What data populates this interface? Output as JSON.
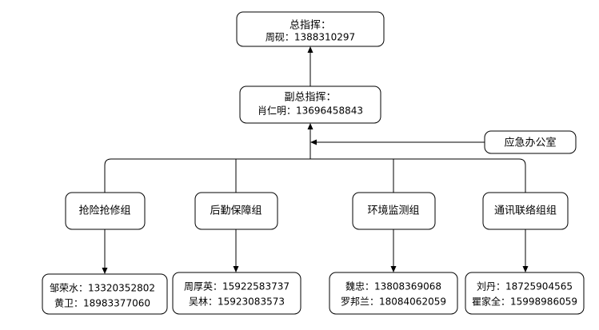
{
  "diagram": {
    "commander": {
      "title": "总指挥：",
      "contact": "周砚：1388310297"
    },
    "deputy": {
      "title": "副总指挥：",
      "contact": "肖仁明：13696458843"
    },
    "emergency_office": {
      "label": "应急办公室"
    },
    "groups": [
      {
        "label": "抢险抢修组",
        "members": [
          "邹荣水：13320352802",
          "黄卫：18983377060"
        ]
      },
      {
        "label": "后勤保障组",
        "members": [
          "周厚英：15922583737",
          "吴林：15923083573"
        ]
      },
      {
        "label": "环境监测组",
        "members": [
          "魏忠：13808369068",
          "罗邦兰：18084062059"
        ]
      },
      {
        "label": "通讯联络组组",
        "members": [
          "刘丹：18725904565",
          "瞿家全：15998986059"
        ]
      }
    ]
  }
}
